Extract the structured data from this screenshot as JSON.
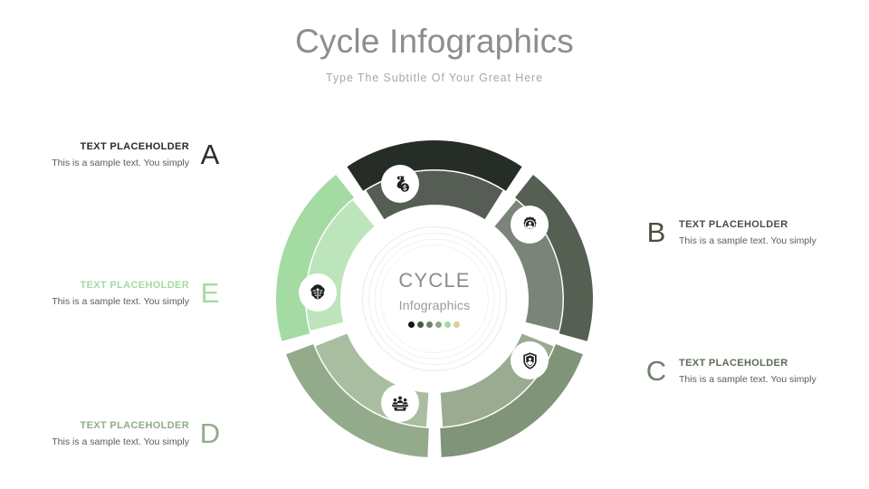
{
  "header": {
    "title": "Cycle Infographics",
    "subtitle": "Type The Subtitle Of Your Great Here"
  },
  "hub": {
    "title": "CYCLE",
    "subtitle": "Infographics",
    "dots": [
      "#15140f",
      "#4a5348",
      "#6f8269",
      "#8fa884",
      "#9fdc9f",
      "#cfd39a"
    ]
  },
  "items": [
    {
      "letter": "A",
      "title": "TEXT PLACEHOLDER",
      "desc": "This is a sample text. You simply",
      "letter_color": "#2b2b2b",
      "title_color": "#2b2b2b",
      "icon": "money-bag-icon",
      "side": "left"
    },
    {
      "letter": "B",
      "title": "TEXT PLACEHOLDER",
      "desc": "This is a sample text. You simply",
      "letter_color": "#46503f",
      "title_color": "#46503f",
      "icon": "gear-person-icon",
      "side": "right"
    },
    {
      "letter": "C",
      "title": "TEXT PLACEHOLDER",
      "desc": "This is a sample text. You simply",
      "letter_color": "#6f8069",
      "title_color": "#5d6c57",
      "icon": "shield-person-icon",
      "side": "right"
    },
    {
      "letter": "D",
      "title": "TEXT PLACEHOLDER",
      "desc": "This is a sample text. You simply",
      "letter_color": "#93ab8b",
      "title_color": "#93ab8b",
      "icon": "team-table-icon",
      "side": "left"
    },
    {
      "letter": "E",
      "title": "TEXT PLACEHOLDER",
      "desc": "This is a sample text. You simply",
      "letter_color": "#a3dba3",
      "title_color": "#a3dba3",
      "icon": "brain-gear-icon",
      "side": "left"
    }
  ],
  "wheel": {
    "segments": [
      {
        "key": "A",
        "outer_color": "#262d26",
        "inner_color": "#565d55",
        "icon": "money-bag-icon"
      },
      {
        "key": "B",
        "outer_color": "#555f52",
        "inner_color": "#7b8478",
        "icon": "gear-person-icon"
      },
      {
        "key": "C",
        "outer_color": "#7f9478",
        "inner_color": "#9aab92",
        "icon": "shield-person-icon"
      },
      {
        "key": "D",
        "outer_color": "#93ab8b",
        "inner_color": "#a9bda1",
        "icon": "team-table-icon"
      },
      {
        "key": "E",
        "outer_color": "#a3dba3",
        "inner_color": "#bce5bb",
        "icon": "brain-gear-icon"
      }
    ]
  }
}
